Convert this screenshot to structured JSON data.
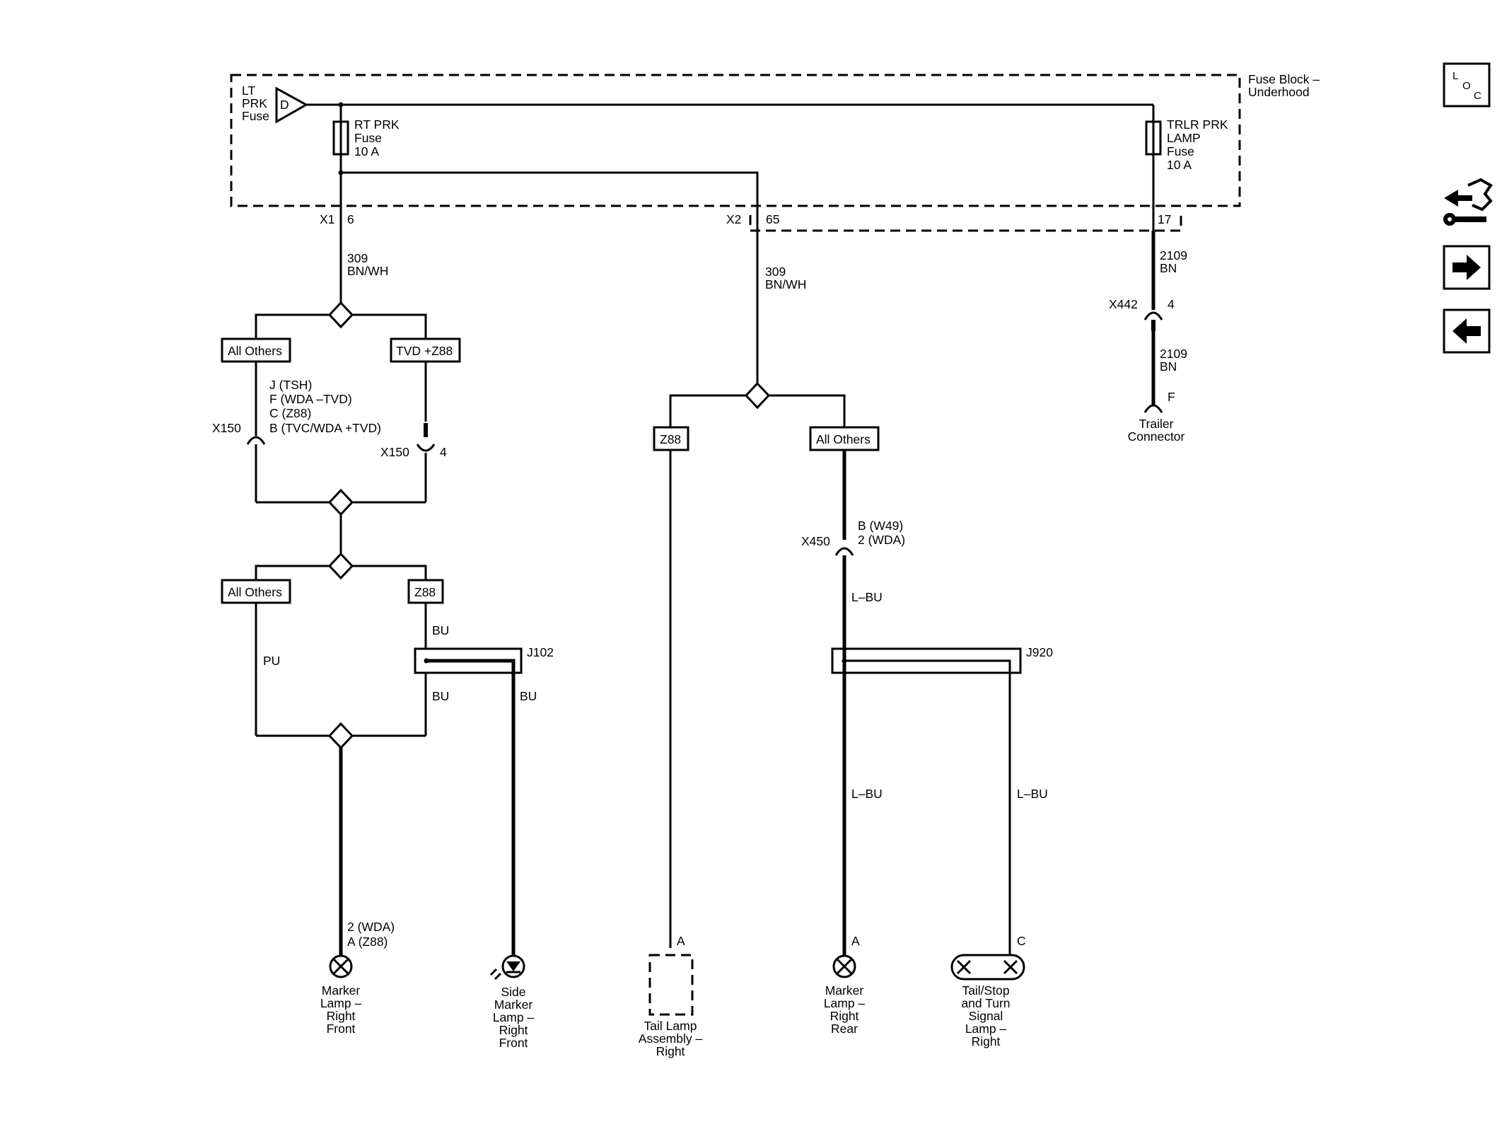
{
  "fuse_block": {
    "title": [
      "Fuse Block –",
      "Underhood"
    ],
    "lt_prk_fuse": [
      "LT",
      "PRK",
      "Fuse"
    ],
    "lt_prk_tag": "D",
    "rt_prk_fuse": [
      "RT PRK",
      "Fuse",
      "10 A"
    ],
    "trlr_prk_fuse": [
      "TRLR PRK",
      "LAMP",
      "Fuse",
      "10 A"
    ]
  },
  "connectors": {
    "x1": "X1",
    "x1_pin": "6",
    "x2": "X2",
    "x2_pin": "65",
    "tr_pin": "17",
    "x442": "X442",
    "x442_pin": "4",
    "x150_left": "X150",
    "x150_right": "X150",
    "x150_right_pin": "4",
    "x150_pins": [
      "J (TSH)",
      "F (WDA –TVD)",
      "C (Z88)",
      "B (TVC/WDA +TVD)"
    ],
    "x450": "X450",
    "x450_pins": [
      "B (W49)",
      "2 (WDA)"
    ],
    "trailer_pin": "F",
    "j102": "J102",
    "j920": "J920"
  },
  "wires": {
    "w309_left": [
      "309",
      "BN/WH"
    ],
    "w309_mid": [
      "309",
      "BN/WH"
    ],
    "w2109_top": [
      "2109",
      "BN"
    ],
    "w2109_bot": [
      "2109",
      "BN"
    ],
    "pu": "PU",
    "bu_top": "BU",
    "bu_mid": "BU",
    "bu_right": "BU",
    "lbu_1": "L–BU",
    "lbu_2": "L–BU",
    "lbu_3": "L–BU"
  },
  "options": {
    "all_others_1": "All Others",
    "tvd_z88": "TVD +Z88",
    "all_others_2": "All Others",
    "z88_left": "Z88",
    "z88_mid": "Z88",
    "all_others_3": "All Others"
  },
  "components": {
    "trailer_connector": [
      "Trailer",
      "Connector"
    ],
    "marker_front": [
      "Marker",
      "Lamp –",
      "Right",
      "Front"
    ],
    "marker_front_pins": [
      "2 (WDA)",
      "A (Z88)"
    ],
    "side_marker": [
      "Side",
      "Marker",
      "Lamp –",
      "Right",
      "Front"
    ],
    "tail_lamp": [
      "Tail Lamp",
      "Assembly –",
      "Right"
    ],
    "tail_lamp_pin": "A",
    "marker_rear": [
      "Marker",
      "Lamp –",
      "Right",
      "Rear"
    ],
    "marker_rear_pin": "A",
    "tail_stop": [
      "Tail/Stop",
      "and Turn",
      "Signal",
      "Lamp –",
      "Right"
    ],
    "tail_stop_pin": "C"
  },
  "nav": {
    "loc_icon": "loc-icon",
    "wrench_icon": "component-view-icon",
    "next_icon": "arrow-right-icon",
    "prev_icon": "arrow-left-icon",
    "loc_letters": [
      "L",
      "O",
      "C"
    ]
  }
}
